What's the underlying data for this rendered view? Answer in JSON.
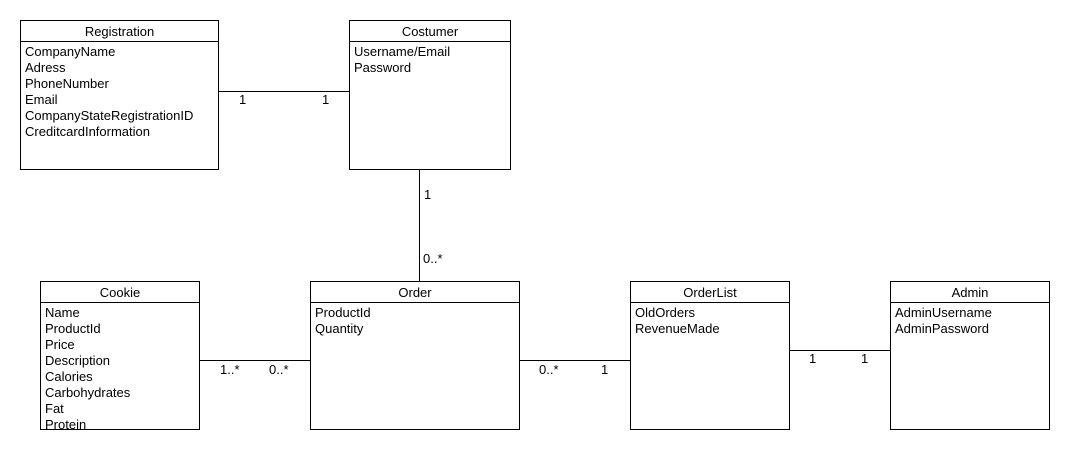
{
  "classes": {
    "registration": {
      "name": "Registration",
      "attributes": [
        "CompanyName",
        "Adress",
        "PhoneNumber",
        "Email",
        "CompanyStateRegistrationID",
        "CreditcardInformation"
      ]
    },
    "costumer": {
      "name": "Costumer",
      "attributes": [
        "Username/Email",
        "Password"
      ]
    },
    "cookie": {
      "name": "Cookie",
      "attributes": [
        "Name",
        "ProductId",
        "Price",
        "Description",
        "Calories",
        "Carbohydrates",
        "Fat",
        "Protein"
      ]
    },
    "order": {
      "name": "Order",
      "attributes": [
        "ProductId",
        "Quantity"
      ]
    },
    "orderlist": {
      "name": "OrderList",
      "attributes": [
        "OldOrders",
        "RevenueMade"
      ]
    },
    "admin": {
      "name": "Admin",
      "attributes": [
        "AdminUsername",
        "AdminPassword"
      ]
    }
  },
  "associations": [
    {
      "from": "registration",
      "to": "costumer",
      "from_multiplicity": "1",
      "to_multiplicity": "1"
    },
    {
      "from": "costumer",
      "to": "order",
      "from_multiplicity": "1",
      "to_multiplicity": "0..*"
    },
    {
      "from": "cookie",
      "to": "order",
      "from_multiplicity": "1..*",
      "to_multiplicity": "0..*"
    },
    {
      "from": "order",
      "to": "orderlist",
      "from_multiplicity": "0..*",
      "to_multiplicity": "1"
    },
    {
      "from": "orderlist",
      "to": "admin",
      "from_multiplicity": "1",
      "to_multiplicity": "1"
    }
  ]
}
